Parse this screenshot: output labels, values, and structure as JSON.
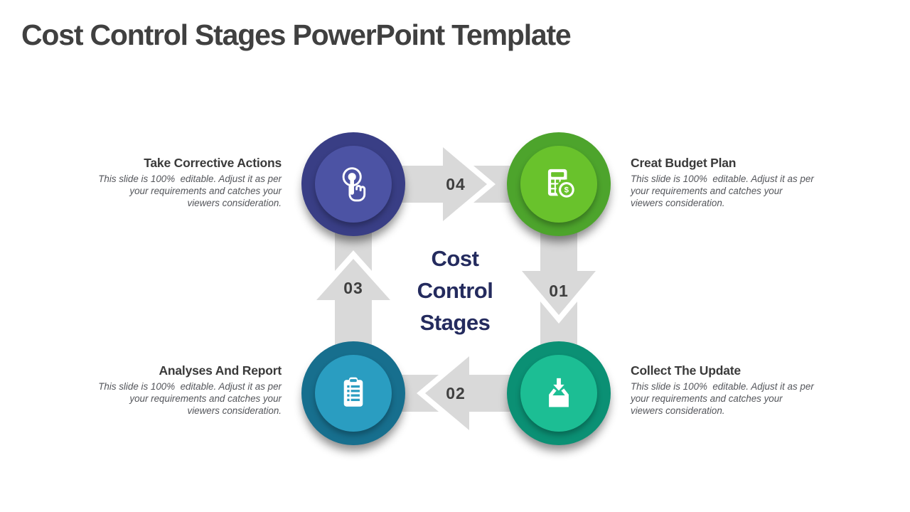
{
  "slide_title": "Cost Control Stages PowerPoint Template",
  "center_title": {
    "line1": "Cost",
    "line2": "Control",
    "line3": "Stages"
  },
  "stages": [
    {
      "label": "Take Corrective Actions",
      "desc": "This slide is 100%  editable. Adjust it as per\nyour requirements and catches your\nviewers consideration.",
      "icon": "touch-icon",
      "position": "top-left",
      "outer_color": "#393E85",
      "inner_color": "#4C53A4"
    },
    {
      "label": "Creat Budget Plan",
      "desc": "This slide is 100%  editable. Adjust it as per\nyour requirements and catches your\nviewers consideration.",
      "icon": "calculator-dollar-icon",
      "position": "top-right",
      "outer_color": "#4DA42C",
      "inner_color": "#69C22C"
    },
    {
      "label": "Collect The Update",
      "desc": "This slide is 100%  editable. Adjust it as per\nyour requirements and catches your\nviewers consideration.",
      "icon": "collect-box-icon",
      "position": "bottom-right",
      "outer_color": "#0B9074",
      "inner_color": "#1CBE94"
    },
    {
      "label": "Analyses And Report",
      "desc": "This slide is 100%  editable. Adjust it as per\nyour requirements and catches your\nviewers consideration.",
      "icon": "clipboard-list-icon",
      "position": "bottom-left",
      "outer_color": "#176F8E",
      "inner_color": "#2A9DC1"
    }
  ],
  "arrows": [
    {
      "number": "04",
      "direction": "right"
    },
    {
      "number": "01",
      "direction": "down"
    },
    {
      "number": "02",
      "direction": "left"
    },
    {
      "number": "03",
      "direction": "up"
    }
  ],
  "colors": {
    "arrow": "#D9D9D9",
    "number_text": "#3F3F3F",
    "title_text": "#404040",
    "center_text": "#242B5E",
    "body_text": "#54565B"
  }
}
